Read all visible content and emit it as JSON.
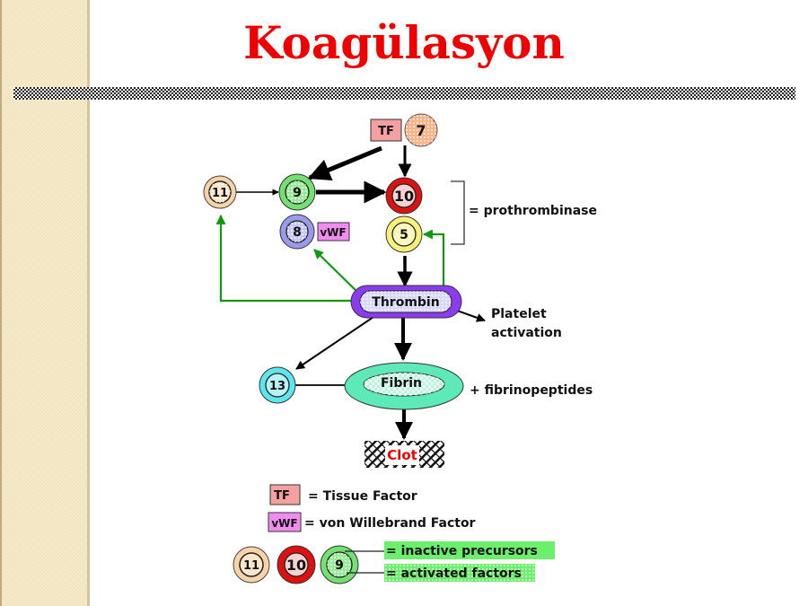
{
  "slide": {
    "title": "Koagülasyon"
  },
  "diagram": {
    "nodes": {
      "tf": "TF",
      "f7": "7",
      "f11": "11",
      "f9": "9",
      "f10": "10",
      "f8": "8",
      "vwf": "vWF",
      "f5": "5",
      "thrombin": "Thrombin",
      "f13": "13",
      "fibrin": "Fibrin",
      "clot": "Clot"
    },
    "labels": {
      "prothrombinase": "= prothrombinase",
      "platelet_line1": "Platelet",
      "platelet_line2": "activation",
      "fibrinopeptides": "+ fibrinopeptides"
    },
    "legend": {
      "tf_box": "TF",
      "tf_text": "= Tissue Factor",
      "vwf_box": "vWF",
      "vwf_text": "= von Willebrand Factor",
      "circle_11": "11",
      "circle_10": "10",
      "circle_9": "9",
      "inactive": "= inactive precursors",
      "activated": "= activated factors"
    },
    "colors": {
      "title": "#ee0000",
      "tf": "#f4a0a0",
      "f7": "#f7b48a",
      "f11": "#f8d3a8",
      "f9": "#74e074",
      "f10": "#dd1111",
      "f8": "#9a9aea",
      "vwf": "#f08cf0",
      "f5": "#f7f07a",
      "thrombin": "#8c3cf0",
      "f13": "#5ee6ee",
      "fibrin": "#5eeab8",
      "green_arrow": "#119911",
      "legend_highlight": "#6cf06c",
      "clot_text": "#ee0000"
    }
  }
}
